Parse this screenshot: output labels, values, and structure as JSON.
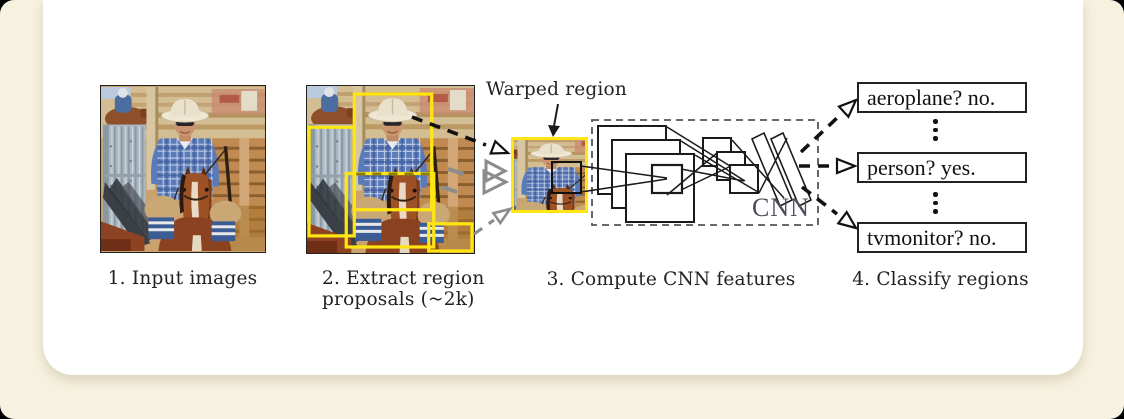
{
  "figure": {
    "pipeline": {
      "step1": {
        "label": "1. Input images"
      },
      "step2": {
        "line1": "2. Extract region",
        "line2": "proposals (~2k)"
      },
      "step3": {
        "label": "3. Compute CNN features"
      },
      "step4": {
        "label": "4. Classify regions"
      },
      "warped_region": {
        "label": "Warped region"
      },
      "cnn": {
        "label": "CNN"
      },
      "classifications": [
        {
          "label": "aeroplane? no."
        },
        {
          "label": "person? yes."
        },
        {
          "label": "tvmonitor? no."
        }
      ]
    },
    "image_content": "rider in white cowboy hat and blue plaid shirt on a chestnut horse at a stockyard",
    "icons": {
      "warped_region_pointer": "solid-down-arrow",
      "proposal_to_warp_arrow": "black-dashed-open-arrow",
      "parallel_warp_arrows": "gray-double-chevron",
      "cnn_output_arrows": "black-dashed-open-arrow",
      "between_boxes": "vertical-ellipsis"
    },
    "colors": {
      "background": "#f7f2e0",
      "card": "#ffffff",
      "region_box_yellow": "#ffe612",
      "overlap_dash_olive": "#8e7f00",
      "arrow_gray": "#8c8c8c",
      "ink": "#1b1b1b",
      "cnn_label_color": "#4b4b59"
    }
  }
}
